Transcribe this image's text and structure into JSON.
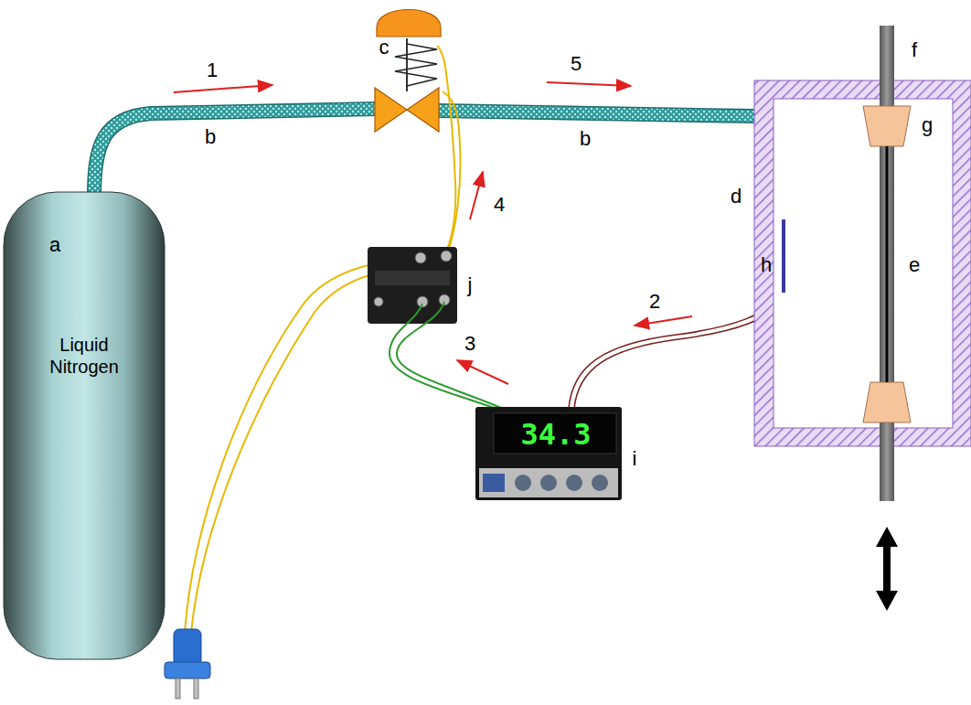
{
  "diagram": {
    "nodes": [
      {
        "text": [
          "Liquid Nitrogen"
        ]
      }
    ],
    "labels": [
      "1",
      "b",
      "c",
      "5",
      "b",
      "f",
      "g",
      "d",
      "a",
      "h",
      "e",
      "4",
      "j",
      "2",
      "3",
      "34.3",
      "i"
    ]
  }
}
